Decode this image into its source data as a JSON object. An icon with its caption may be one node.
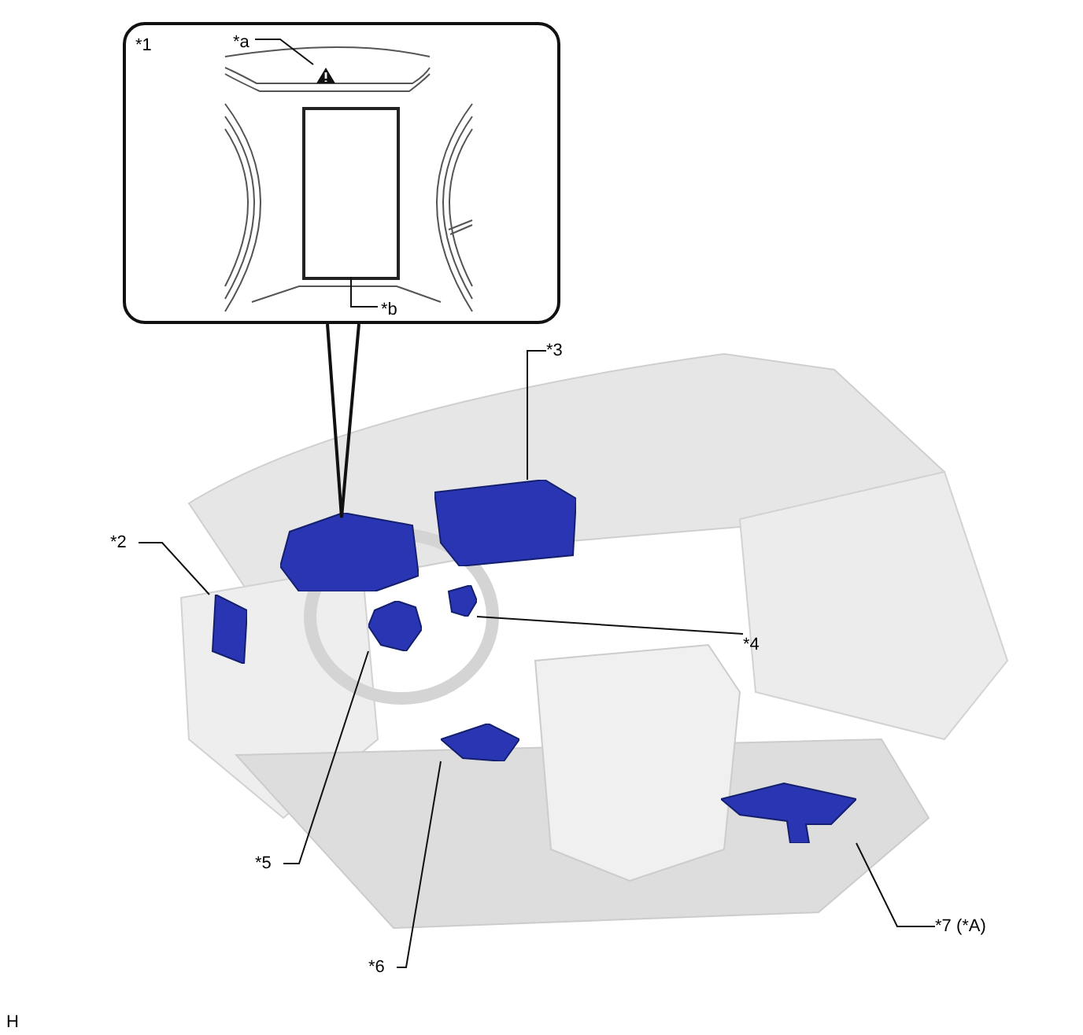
{
  "diagram": {
    "nodes": [
      {
        "text": [
          "*1"
        ]
      },
      {
        "text": [
          "*a"
        ],
        "in": 0
      },
      {
        "text": [],
        "shape": "picture",
        "in": 0
      },
      {
        "text": [
          "*b"
        ],
        "in": 0
      },
      {
        "text": [],
        "shape": "box",
        "in": 0
      },
      {
        "text": [
          "*2"
        ]
      },
      {
        "text": [],
        "shape": "picture"
      },
      {
        "text": [
          "*3"
        ]
      },
      {
        "text": [],
        "shape": "picture"
      },
      {
        "text": [
          "*4"
        ]
      },
      {
        "text": [],
        "shape": "picture"
      },
      {
        "text": [
          "*5"
        ]
      },
      {
        "text": [],
        "shape": "picture"
      },
      {
        "text": [
          "*6"
        ]
      },
      {
        "text": [],
        "shape": "picture"
      },
      {
        "text": [
          "*7 (*A)"
        ]
      },
      {
        "text": [],
        "shape": "picture"
      },
      {
        "text": [],
        "shape": "picture"
      }
    ],
    "edges": [
      {
        "from": 1,
        "to": 2,
        "arrow": "none"
      },
      {
        "from": 3,
        "to": 4,
        "arrow": "none"
      },
      {
        "from": 5,
        "to": 6,
        "arrow": "none"
      },
      {
        "from": 7,
        "to": 8,
        "arrow": "none"
      },
      {
        "from": 9,
        "to": 10,
        "arrow": "none"
      },
      {
        "from": 11,
        "to": 12,
        "arrow": "none"
      },
      {
        "from": 13,
        "to": 14,
        "arrow": "none"
      },
      {
        "from": 15,
        "to": 16,
        "arrow": "none"
      },
      {
        "from": 0,
        "to": 17,
        "arrow": "none"
      }
    ],
    "labels": [
      "H"
    ]
  }
}
